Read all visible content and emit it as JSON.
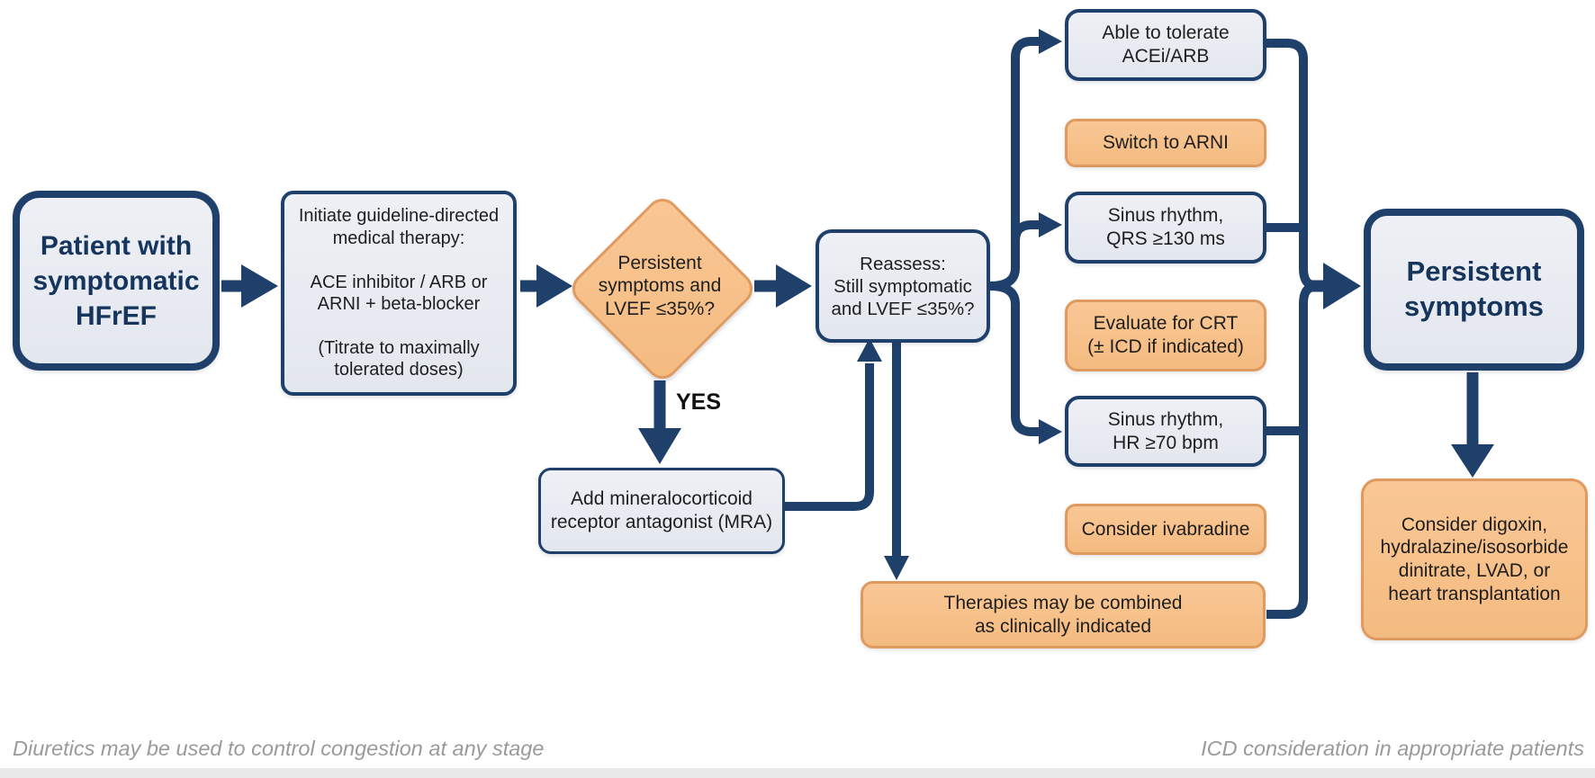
{
  "palette": {
    "navy": "#20406c",
    "navy_text": "#16355c",
    "box_fill": "#eef0f5",
    "box_fill2": "#e3e7ee",
    "orange_fill": "#f9c795",
    "orange_fill2": "#f4bb80",
    "orange_border": "#df9a60",
    "text": "#1e1e1e",
    "footnote": "#9a9a9a",
    "band": "#e8e8e8"
  },
  "diagram": {
    "nodes": {
      "patient": "Patient with\nsymptomatic\nHFrEF",
      "initiate": "Initiate guideline-directed\nmedical therapy:\n\nACE inhibitor / ARB or\nARNI + beta-blocker\n\n(Titrate to maximally\ntolerated doses)",
      "decision": "Persistent\nsymptoms and\nLVEF ≤35%?",
      "mra": "Add mineralocorticoid\nreceptor antagonist (MRA)",
      "reassess": "Reassess:\nStill symptomatic\nand LVEF ≤35%?",
      "tolerate": "Able to tolerate\nACEi/ARB",
      "arni": "Switch to ARNI",
      "qrs": "Sinus rhythm,\nQRS ≥130 ms",
      "crt": "Evaluate for CRT\n(± ICD if indicated)",
      "hr": "Sinus rhythm,\nHR ≥70 bpm",
      "ivabradine": "Consider ivabradine",
      "therapies": "Therapies may be combined\nas clinically indicated",
      "persistent": "Persistent\nsymptoms",
      "digoxin": "Consider digoxin,\nhydralazine/isosorbide\ndinitrate, LVAD, or\nheart transplantation"
    },
    "labels": {
      "yes": "YES"
    },
    "footnotes": {
      "left": "Diuretics may be used to control congestion at any stage",
      "right": "ICD consideration in appropriate patients"
    }
  }
}
